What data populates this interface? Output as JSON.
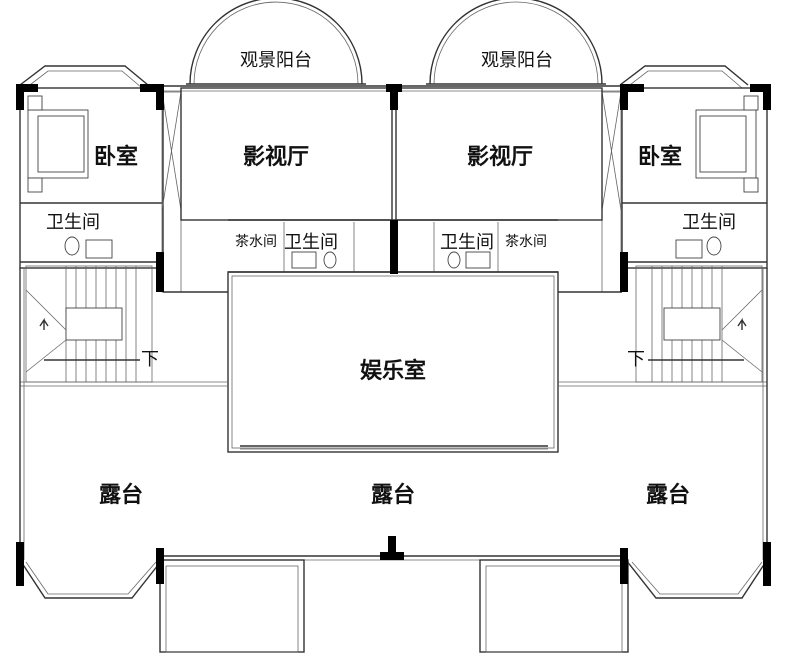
{
  "labels": {
    "viewing_balcony_left": "观景阳台",
    "viewing_balcony_right": "观景阳台",
    "av_room_left": "影视厅",
    "av_room_right": "影视厅",
    "bedroom_left": "卧室",
    "bedroom_right": "卧室",
    "bath_left_outer": "卫生间",
    "bath_left_inner": "卫生间",
    "bath_right_inner": "卫生间",
    "bath_right_outer": "卫生间",
    "tea_left": "茶水间",
    "tea_right": "茶水间",
    "rec_room": "娱乐室",
    "down_left": "下",
    "down_right": "下",
    "terrace_left": "露台",
    "terrace_center": "露台",
    "terrace_right": "露台"
  }
}
